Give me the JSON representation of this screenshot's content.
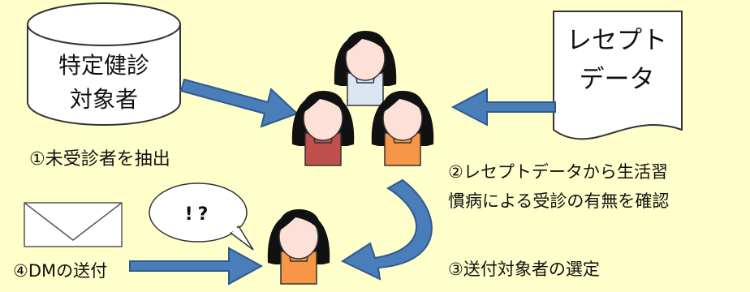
{
  "database_label": [
    "特定健診",
    "対象者"
  ],
  "document_label": [
    "レセプト",
    "データ"
  ],
  "bubble_text": "!?",
  "steps": {
    "extract": "①未受診者を抽出",
    "check_line1": "②レセプトデータから生活習",
    "check_line2": "慣病による受診の有無を確認",
    "select": "③送付対象者の選定",
    "send": "④DMの送付"
  },
  "colors": {
    "background": "#ffffcc",
    "arrow_fill": "#4a7ebb",
    "arrow_stroke": "#2e5a8c",
    "shirt_red": "#c0504d",
    "shirt_orange": "#f79646",
    "shirt_blue": "#dce6f2",
    "skin": "#fde1d8"
  }
}
